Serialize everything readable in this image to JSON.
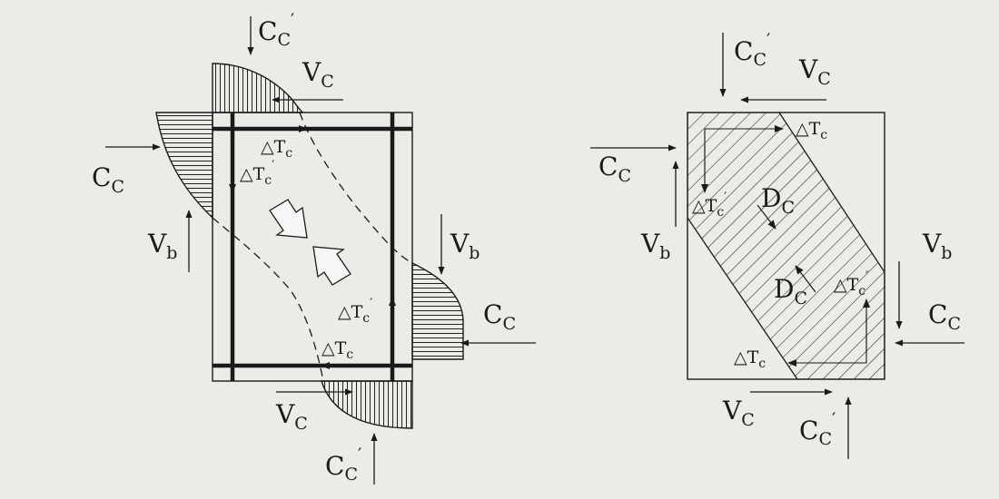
{
  "diagram": {
    "symbols": {
      "C": "C",
      "V": "V",
      "D": "D",
      "delta_T": "△T",
      "prime": "′",
      "sub_c": "C",
      "sub_c_small": "c",
      "sub_b": "b"
    },
    "left_panel": {
      "labels": {
        "top_force": "C",
        "top_force_sub": "C",
        "top_shear": "V",
        "top_shear_sub": "C",
        "left_compression": "C",
        "left_compression_sub": "C",
        "left_beam_shear": "V",
        "left_beam_shear_sub": "b",
        "right_beam_shear": "V",
        "right_beam_shear_sub": "b",
        "right_compression": "C",
        "right_compression_sub": "C",
        "bottom_shear": "V",
        "bottom_shear_sub": "C",
        "bottom_force": "C",
        "bottom_force_sub": "C",
        "dt_top": "△T",
        "dt_top_sub": "c",
        "dt_top_prime": "△T",
        "dt_top_prime_sub": "c",
        "dt_bottom_prime": "△T",
        "dt_bottom_prime_sub": "c",
        "dt_bottom": "△T",
        "dt_bottom_sub": "c"
      }
    },
    "right_panel": {
      "labels": {
        "top_force": "C",
        "top_force_sub": "C",
        "top_shear": "V",
        "top_shear_sub": "C",
        "left_compression": "C",
        "left_compression_sub": "C",
        "left_beam_shear": "V",
        "left_beam_shear_sub": "b",
        "right_beam_shear": "V",
        "right_beam_shear_sub": "b",
        "right_compression": "C",
        "right_compression_sub": "C",
        "bottom_shear": "V",
        "bottom_shear_sub": "C",
        "bottom_force": "C",
        "bottom_force_sub": "C",
        "dt_top": "△T",
        "dt_top_sub": "c",
        "dt_top_prime": "△T",
        "dt_top_prime_sub": "c",
        "strut_top": "D",
        "strut_top_sub": "C",
        "strut_bottom": "D",
        "strut_bottom_sub": "C",
        "dt_bottom_prime": "△T",
        "dt_bottom_prime_sub": "c",
        "dt_bottom": "△T",
        "dt_bottom_sub": "c"
      }
    }
  }
}
